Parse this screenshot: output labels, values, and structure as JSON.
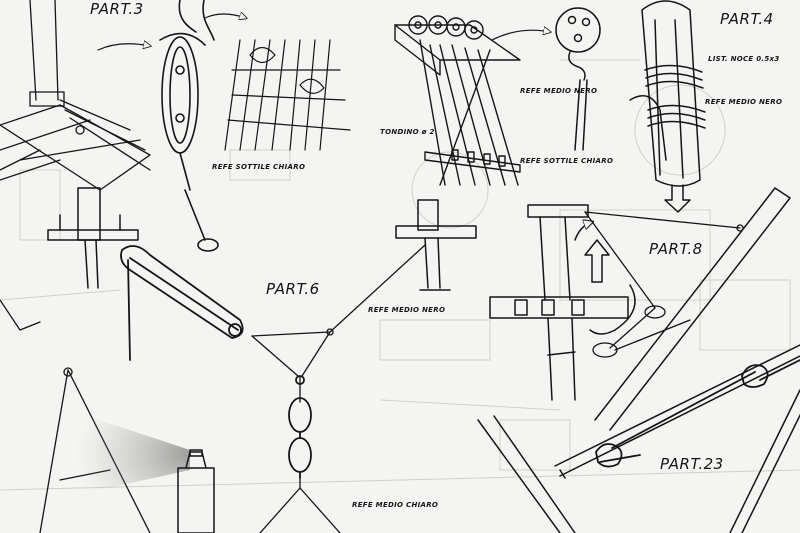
{
  "parts": [
    {
      "id": "part3",
      "label": "PART.3"
    },
    {
      "id": "part4",
      "label": "PART.4"
    },
    {
      "id": "part6",
      "label": "PART.6"
    },
    {
      "id": "part8",
      "label": "PART.8"
    },
    {
      "id": "part23",
      "label": "PART.23"
    }
  ],
  "notes": {
    "refe_sottile_chiaro_a": "REFE SOTTILE CHIARO",
    "refe_medio_nero_a": "REFE MEDIO NERO",
    "tondino": "TONDINO ø 2",
    "refe_sottile_chiaro_b": "REFE SOTTILE CHIARO",
    "list_noce": "LIST. NOCE 0.5x3",
    "refe_medio_nero_b": "REFE MEDIO NERO",
    "refe_medio_nero_c": "REFE MEDIO NERO",
    "refe_medio_chiaro": "REFE MEDIO CHIARO"
  },
  "colors": {
    "paper": "#f4f4f2",
    "ink": "#151515",
    "faint": "#c9c9c6"
  }
}
